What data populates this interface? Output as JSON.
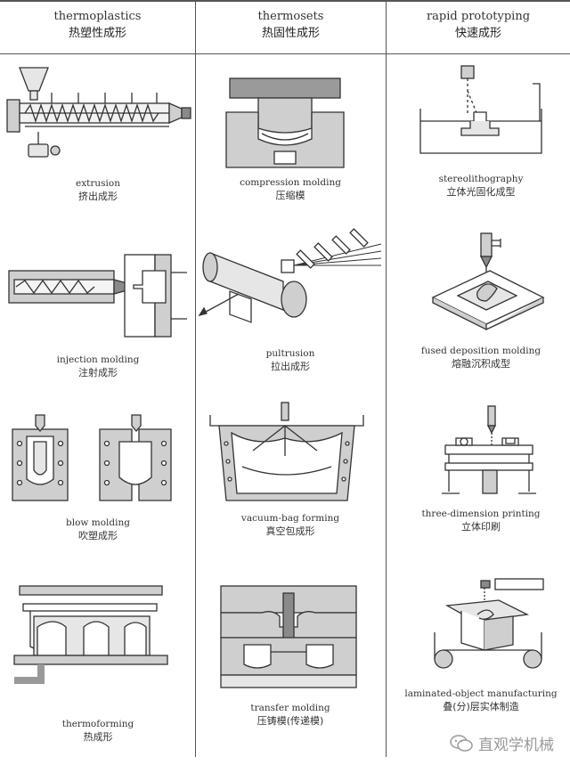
{
  "columns": [
    {
      "en": "thermoplastics",
      "zh": "热塑性成形"
    },
    {
      "en": "thermosets",
      "zh": "热固性成形"
    },
    {
      "en": "rapid prototyping",
      "zh": "快速成形"
    }
  ],
  "processes": {
    "extrusion": {
      "en": "extrusion",
      "zh": "挤出成形"
    },
    "injection_molding": {
      "en": "injection molding",
      "zh": "注射成形"
    },
    "blow_molding": {
      "en": "blow molding",
      "zh": "吹塑成形"
    },
    "thermoforming": {
      "en": "thermoforming",
      "zh": "热成形"
    },
    "compression_molding": {
      "en": "compression molding",
      "zh": "压缩模"
    },
    "pultrusion": {
      "en": "pultrusion",
      "zh": "拉出成形"
    },
    "vacuum_bag_forming": {
      "en": "vacuum-bag forming",
      "zh": "真空包成形"
    },
    "transfer_molding": {
      "en": "transfer molding",
      "zh": "压铸模(传递模)"
    },
    "stereolithography": {
      "en": "stereolithography",
      "zh": "立体光固化成型"
    },
    "fused_deposition_molding": {
      "en": "fused deposition molding",
      "zh": "熔融沉积成型"
    },
    "three_dimension_printing": {
      "en": "three-dimension printing",
      "zh": "立体印刷"
    },
    "laminated_object_manufacturing": {
      "en": "laminated-object manufacturing",
      "zh": "叠(分)层实体制造"
    }
  },
  "watermark": {
    "text": "直观学机械",
    "icon": "wechat-icon"
  },
  "colors": {
    "line": "#333333",
    "fill_gray": "#cfcfcf",
    "fill_dark": "#8a8a8a",
    "watermark": "#9a9a9a"
  }
}
